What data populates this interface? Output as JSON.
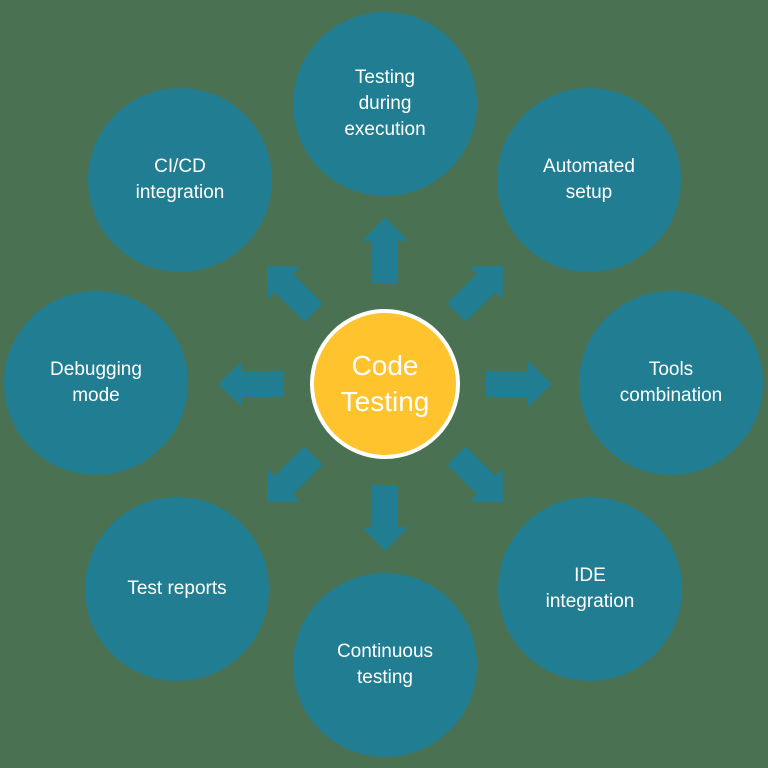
{
  "diagram": {
    "center": {
      "label": "Code\nTesting"
    },
    "nodes": [
      {
        "id": "testing-during-execution",
        "label": "Testing\nduring\nexecution",
        "position": "top"
      },
      {
        "id": "automated-setup",
        "label": "Automated\nsetup",
        "position": "top-right"
      },
      {
        "id": "tools-combination",
        "label": "Tools\ncombination",
        "position": "right"
      },
      {
        "id": "ide-integration",
        "label": "IDE\nintegration",
        "position": "bottom-right"
      },
      {
        "id": "continuous-testing",
        "label": "Continuous\ntesting",
        "position": "bottom"
      },
      {
        "id": "test-reports",
        "label": "Test reports",
        "position": "bottom-left"
      },
      {
        "id": "debugging-mode",
        "label": "Debugging\nmode",
        "position": "left"
      },
      {
        "id": "cicd-integration",
        "label": "CI/CD\nintegration",
        "position": "top-left"
      }
    ],
    "arrow_directions": [
      "up",
      "up-right",
      "right",
      "down-right",
      "down",
      "down-left",
      "left",
      "up-left"
    ]
  },
  "colors": {
    "background": "#4A7152",
    "node": "#217E92",
    "arrow": "#217E92",
    "center": "#FFC32E",
    "ring": "#FFFFFF",
    "text": "#FFFFFF"
  }
}
